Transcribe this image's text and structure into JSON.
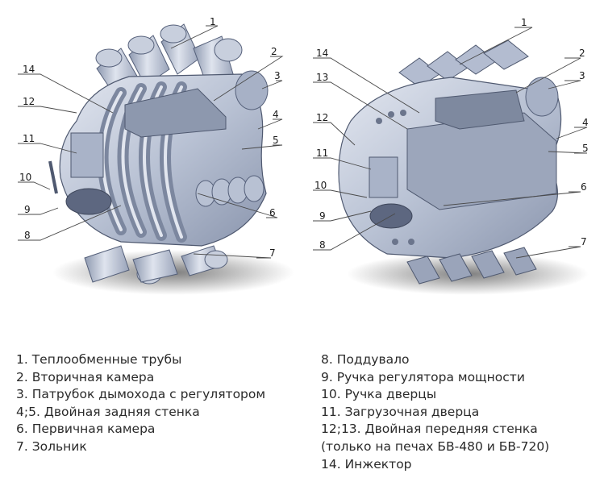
{
  "callouts": {
    "left": [
      "1",
      "2",
      "3",
      "4",
      "5",
      "14",
      "12",
      "11",
      "10",
      "9",
      "8",
      "6",
      "7"
    ],
    "right": [
      "1",
      "2",
      "3",
      "4",
      "5",
      "14",
      "13",
      "12",
      "11",
      "10",
      "9",
      "8",
      "6",
      "7"
    ]
  },
  "legend": {
    "left": [
      "1. Теплообменные трубы",
      "2. Вторичная камера",
      "3. Патрубок дымохода с регулятором",
      "4;5. Двойная задняя стенка",
      "6. Первичная камера",
      "7. Зольник"
    ],
    "right": [
      "8. Поддувало",
      "9. Ручка регулятора мощности",
      "10. Ручка дверцы",
      "11. Загрузочная дверца",
      "12;13. Двойная передняя стенка",
      "(только на печах БВ-480 и БВ-720)",
      "14. Инжектор"
    ]
  },
  "colors": {
    "metal": "#b9c2d4",
    "metal_dark": "#7f8aa2",
    "metal_light": "#dfe4ee",
    "line": "#4a4a4a"
  }
}
